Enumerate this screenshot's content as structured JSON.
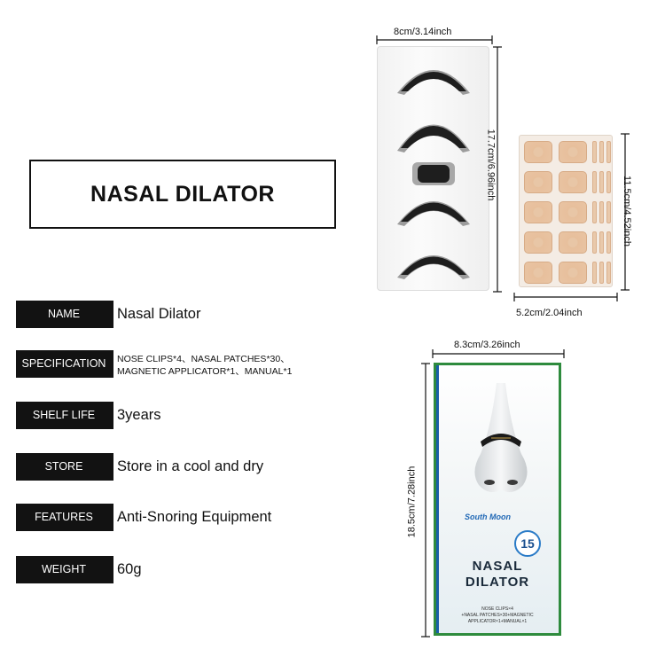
{
  "title": "NASAL DILATOR",
  "specs": [
    {
      "label": "NAME",
      "value": "Nasal Dilator"
    },
    {
      "label": "SPECIFICATION",
      "value": "NOSE CLIPS*4、NASAL PATCHES*30、MAGNETIC APPLICATOR*1、MANUAL*1"
    },
    {
      "label": "SHELF LIFE",
      "value": "3years"
    },
    {
      "label": "STORE",
      "value": "Store in a cool and dry"
    },
    {
      "label": "FEATURES",
      "value": "Anti-Snoring Equipment"
    },
    {
      "label": "WEIGHT",
      "value": "60g"
    }
  ],
  "dimensions": {
    "tray_width": "8cm/3.14inch",
    "tray_height": "17.7cm/6.96inch",
    "sheet_height": "11.5cm/4.52inch",
    "sheet_width": "5.2cm/2.04inch",
    "box_width": "8.3cm/3.26inch",
    "box_height": "18.5cm/7.28inch"
  },
  "box": {
    "brand": "South Moon",
    "count": "15",
    "title_line1": "NASAL",
    "title_line2": "DILATOR",
    "contents_line1": "NOSE CLIPS×4",
    "contents_line2": "+NASAL PATCHES×30+MAGNETIC",
    "contents_line3": "APPLICATOR×1+MANUAL×1"
  },
  "colors": {
    "label_bg": "#121212",
    "box_green": "#2e8b3d",
    "box_blue": "#1a5ea8",
    "brand_blue": "#1f67b5",
    "patch": "#e7bf9c"
  }
}
